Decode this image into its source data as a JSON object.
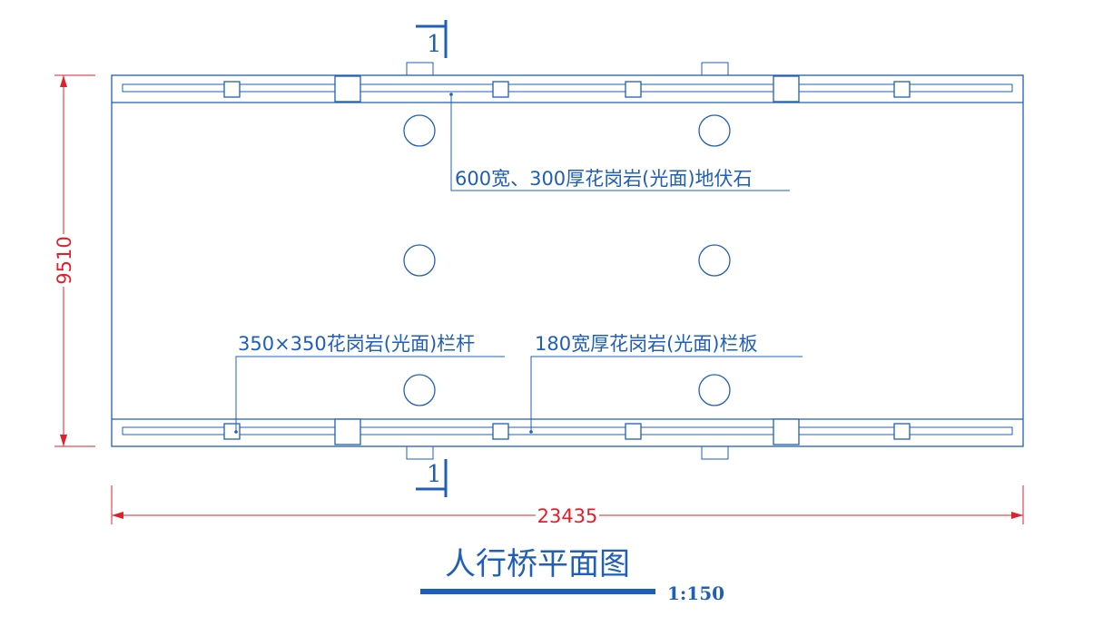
{
  "drawing": {
    "title": "人行桥平面图",
    "scale": "1:150",
    "section_mark": "1",
    "dimensions": {
      "width": "23435",
      "height": "9510"
    },
    "notes": {
      "paving": "600宽、300厚花岗岩(光面)地伏石",
      "post": "350×350花岗岩(光面)栏杆",
      "panel": "180宽厚花岗岩(光面)栏板"
    },
    "colors": {
      "linework": "#1f5fb8",
      "dimension": "#e0202a"
    }
  }
}
